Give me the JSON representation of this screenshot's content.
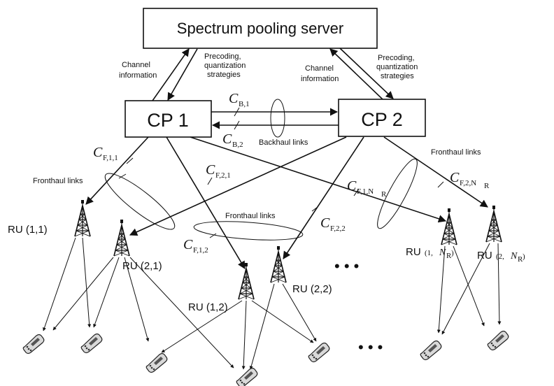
{
  "server": {
    "label": "Spectrum pooling server"
  },
  "cp1": {
    "label": "CP 1"
  },
  "cp2": {
    "label": "CP 2"
  },
  "left_uplink": {
    "line1": "Channel",
    "line2": "information"
  },
  "left_downlink": {
    "line1": "Precoding,",
    "line2": "quantization",
    "line3": "strategies"
  },
  "right_uplink": {
    "line1": "Channel",
    "line2": "information"
  },
  "right_downlink": {
    "line1": "Precoding,",
    "line2": "quantization",
    "line3": "strategies"
  },
  "backhaul": {
    "c1_main": "C",
    "c1_sub": "B,1",
    "c2_main": "C",
    "c2_sub": "B,2",
    "label": "Backhaul links"
  },
  "fronthaul": {
    "left_label": "Fronthaul links",
    "center_label": "Fronthaul links",
    "right_label": "Fronthaul links",
    "c_f11_main": "C",
    "c_f11_sub": "F,1,1",
    "c_f21_main": "C",
    "c_f21_sub": "F,2,1",
    "c_f12_main": "C",
    "c_f12_sub": "F,1,2",
    "c_f22_main": "C",
    "c_f22_sub": "F,2,2",
    "c_f1nr_main": "C",
    "c_f1nr_sub": "F,1,N",
    "c_f1nr_subsub": "R",
    "c_f2nr_main": "C",
    "c_f2nr_sub": "F,2,N",
    "c_f2nr_subsub": "R"
  },
  "rus": {
    "ru11": "RU (1,1)",
    "ru21": "RU (2,1)",
    "ru12": "RU (1,2)",
    "ru22": "RU (2,2)",
    "ru1nr_prefix": "RU",
    "ru1nr_open": "(1,",
    "ru1nr_n": "N",
    "ru1nr_r": "R",
    "ru1nr_close": ")",
    "ru2nr_prefix": "RU",
    "ru2nr_open": "(2,",
    "ru2nr_n": "N",
    "ru2nr_r": "R",
    "ru2nr_close": ")"
  },
  "ellipsis": {
    "ru": "• • •",
    "ue": "• • •"
  }
}
